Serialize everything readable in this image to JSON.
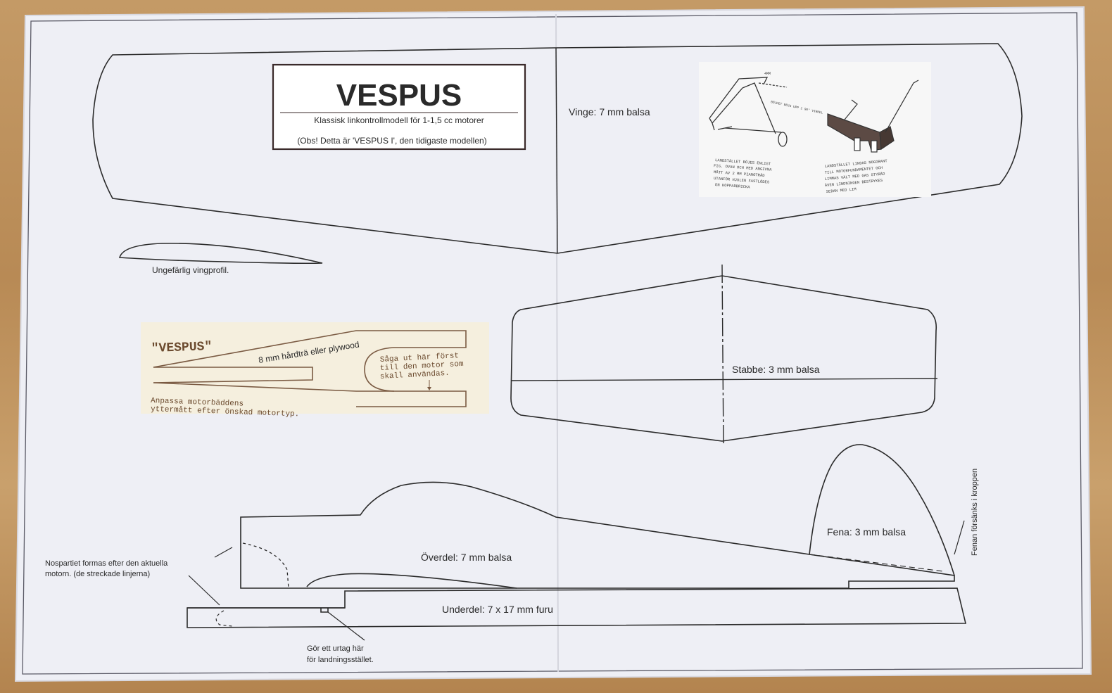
{
  "title_box": {
    "title": "VESPUS",
    "subtitle": "Klassisk linkontrollmodell för 1-1,5 cc motorer",
    "note": "(Obs! Detta är 'VESPUS I', den tidigaste modellen)"
  },
  "wing": {
    "label": "Vinge: 7 mm balsa",
    "profile_label": "Ungefärlig vingprofil."
  },
  "landing_gear_sketch": {
    "note_left": [
      "LANDSTÄLLET BÖJES ENLIGT",
      "FIG. OVAN OCH MED ANGIVNA",
      "MÅTT AV 2 MM PIANOTRÅD",
      "UTANFÖR HJULEN FASTLÖDES",
      "EN KOPPARBRICKA"
    ],
    "note_right": [
      "LANDSTÄLLET LINDAS NOGGRANT",
      "TILL MOTORFUNDAMENTET OCH",
      "LIMMAS VÄLT MED GAS STYRÅD",
      "ÄVEN LINDNINGEN BESTRYKES",
      "SEDAN MED LIM"
    ],
    "dim_top": "4MM",
    "dim_side": "BÖJDET BÖJS UPP 1 90° VINKEL"
  },
  "motor_mount": {
    "name": "\"VESPUS\"",
    "material": "8 mm hårdträ eller plywood",
    "cut_note": [
      "Såga ut här först",
      "till den motor som",
      "skall användas."
    ],
    "fit_note": [
      "Anpassa motorbäddens",
      "yttermått efter önskad motortyp."
    ]
  },
  "stabilizer": {
    "label": "Stabbe: 3 mm balsa"
  },
  "fuselage": {
    "top_label": "Överdel: 7 mm balsa",
    "bottom_label": "Underdel: 7 x 17 mm furu",
    "fin_label": "Fena: 3 mm balsa",
    "fin_note": "Fenan försänks i kroppen",
    "nose_note": [
      "Nospartiet formas efter den aktuella",
      "motorn. (de streckade linjerna)"
    ],
    "gear_note": [
      "Gör ett urtag här",
      "för landningsstället."
    ]
  }
}
